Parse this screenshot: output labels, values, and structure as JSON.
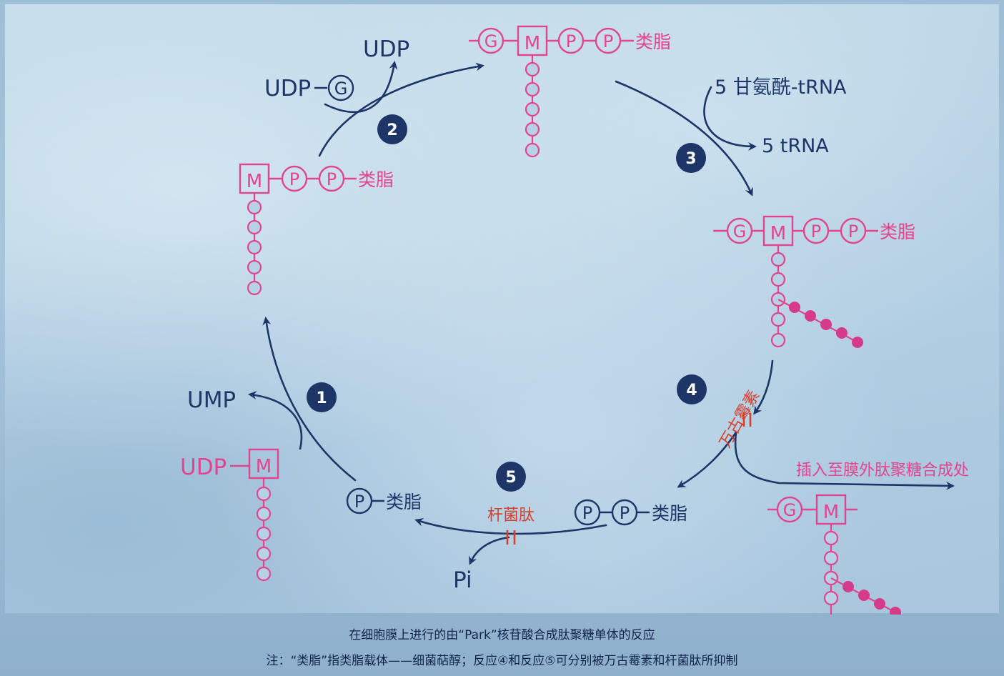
{
  "colors": {
    "pathway": "#1d3567",
    "intermediate": "#e2458f",
    "inhibitor": "#d6402b",
    "step_badge": "#1d3567"
  },
  "labels": {
    "udp_prefix": "UDP",
    "m": "M",
    "g": "G",
    "p": "P",
    "lipid": "类脂",
    "ump": "UMP",
    "udp": "UDP",
    "glycyl_trna": "5 甘氨酰-tRNA",
    "trna": "5 tRNA",
    "pi": "Pi",
    "export": "插入至膜外肽聚糖合成处"
  },
  "steps": [
    "1",
    "2",
    "3",
    "4",
    "5"
  ],
  "inhibitors": {
    "vancomycin": "万古霉素",
    "bacitracin": "杆菌肽"
  },
  "caption": {
    "title": "在细胞膜上进行的由“Park”核苷酸合成肽聚糖单体的反应",
    "note": "注：“类脂”指类脂载体——细菌萜醇；反应④和反应⑤可分别被万古霉素和杆菌肽所抑制"
  }
}
